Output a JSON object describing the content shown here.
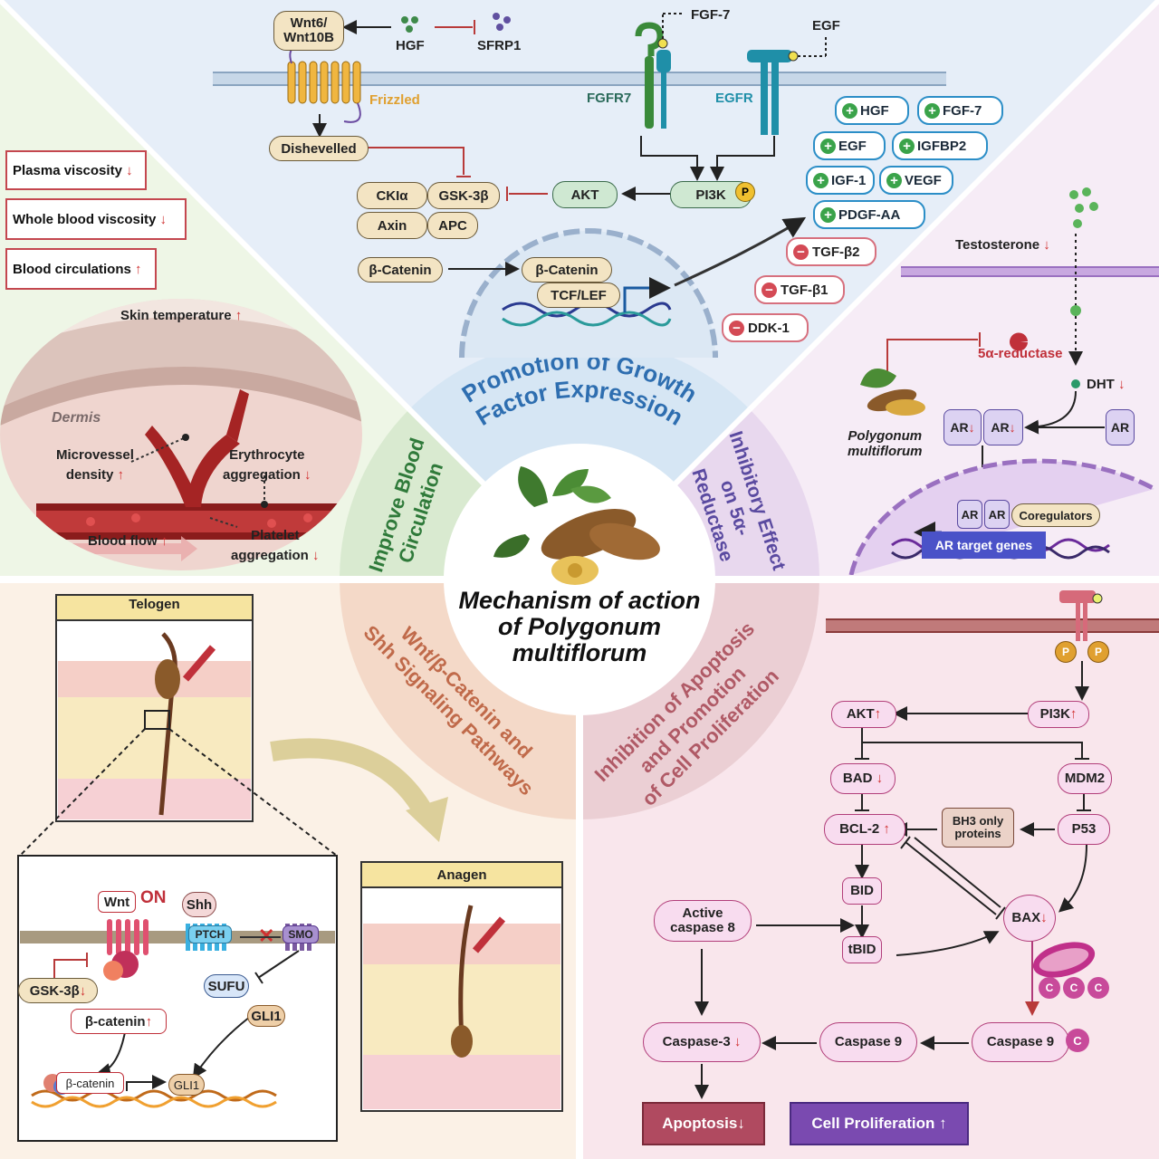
{
  "center_title": [
    "Mechanism of action",
    "of Polygonum",
    "multiflorum"
  ],
  "sectors": {
    "growth": [
      "Promotion of Growth",
      "Factor Expression"
    ],
    "blood": [
      "Improve Blood",
      "Circulation"
    ],
    "reductase": [
      "Inhibitory Effect",
      "on 5α-",
      "Reductase"
    ],
    "wnt": [
      "Wnt/β-Catenin and",
      "Shh Signaling Pathways"
    ],
    "apoptosis": [
      "Inhibition of Apoptosis",
      "and Promotion",
      "of Cell Proliferation"
    ]
  },
  "growth_panel": {
    "wnt_label": [
      "Wnt6/",
      "Wnt10B"
    ],
    "hgf": "HGF",
    "sfrp1": "SFRP1",
    "frizzled": "Frizzled",
    "dishevelled": "Dishevelled",
    "fgf7": "FGF-7",
    "egf_ligand": "EGF",
    "fgfr7": "FGFR7",
    "egfr": "EGFR",
    "ckia": "CKIα",
    "gsk3b": "GSK-3β",
    "axin": "Axin",
    "apc": "APC",
    "akt": "AKT",
    "pi3k": "PI3K",
    "p": "P",
    "b_catenin_1": "β-Catenin",
    "b_catenin_2": "β-Catenin",
    "tcf_lef": "TCF/LEF",
    "up_factors": [
      "HGF",
      "FGF-7",
      "EGF",
      "IGFBP2",
      "IGF-1",
      "VEGF",
      "PDGF-AA"
    ],
    "down_factors": [
      "TGF-β2",
      "TGF-β1",
      "DDK-1"
    ]
  },
  "blood_panel": {
    "labels": [
      {
        "text": "Plasma viscosity",
        "dir": "↓"
      },
      {
        "text": "Whole blood viscosity",
        "dir": "↓"
      },
      {
        "text": "Blood circulations",
        "dir": "↑"
      }
    ],
    "skin_temp": "Skin temperature",
    "skin_temp_dir": "↑",
    "dermis": "Dermis",
    "microvessel": [
      "Microvessel",
      "density"
    ],
    "microvessel_dir": "↑",
    "erythrocyte": [
      "Erythrocyte",
      "aggregation"
    ],
    "erythrocyte_dir": "↓",
    "platelet": [
      "Platelet",
      "aggregation"
    ],
    "platelet_dir": "↓",
    "blood_flow": "Blood flow",
    "blood_flow_dir": "↑"
  },
  "reductase_panel": {
    "testosterone": "Testosterone",
    "testosterone_dir": "↓",
    "reductase": "5α-reductase",
    "dht": "DHT",
    "dht_dir": "↓",
    "plant": [
      "Polygonum",
      "multiflorum"
    ],
    "ar": "AR",
    "ar_dir": "↓",
    "coregulators": "Coregulators",
    "target_genes": "AR target genes"
  },
  "wnt_panel": {
    "telogen": "Telogen",
    "anagen": "Anagen",
    "wnt": "Wnt",
    "on": "ON",
    "shh": "Shh",
    "ptch": "PTCH",
    "smo": "SMO",
    "sufu": "SUFU",
    "gli1": "GLI1",
    "gli1_gene": "GLI1",
    "gsk3b": "GSK-3β",
    "gsk3b_dir": "↓",
    "b_catenin": "β-catenin",
    "b_catenin_dir": "↑",
    "b_catenin_dna": "β-catenin"
  },
  "apoptosis_panel": {
    "p": "P",
    "akt": "AKT",
    "akt_dir": "↑",
    "pi3k": "PI3K",
    "pi3k_dir": "↑",
    "bad": "BAD",
    "bad_dir": "↓",
    "mdm2": "MDM2",
    "bcl2": "BCL-2",
    "bcl2_dir": "↑",
    "bh3": [
      "BH3 only",
      "proteins"
    ],
    "p53": "P53",
    "bid": "BID",
    "tbid": "tBID",
    "bax": "BAX",
    "bax_dir": "↓",
    "active_caspase8": [
      "Active",
      "caspase 8"
    ],
    "caspase3": "Caspase-3",
    "caspase3_dir": "↓",
    "caspase9_a": "Caspase 9",
    "caspase9_b": "Caspase 9",
    "c": "C",
    "apoptosis": "Apoptosis",
    "apoptosis_dir": "↓",
    "proliferation": "Cell Proliferation",
    "proliferation_dir": "↑"
  },
  "colors": {
    "growth_bg": "#e6eef8",
    "blood_bg": "#eef6e6",
    "reductase_bg": "#f6ecf6",
    "wnt_bg": "#fbf1e6",
    "apoptosis_bg": "#f9e6ec"
  }
}
